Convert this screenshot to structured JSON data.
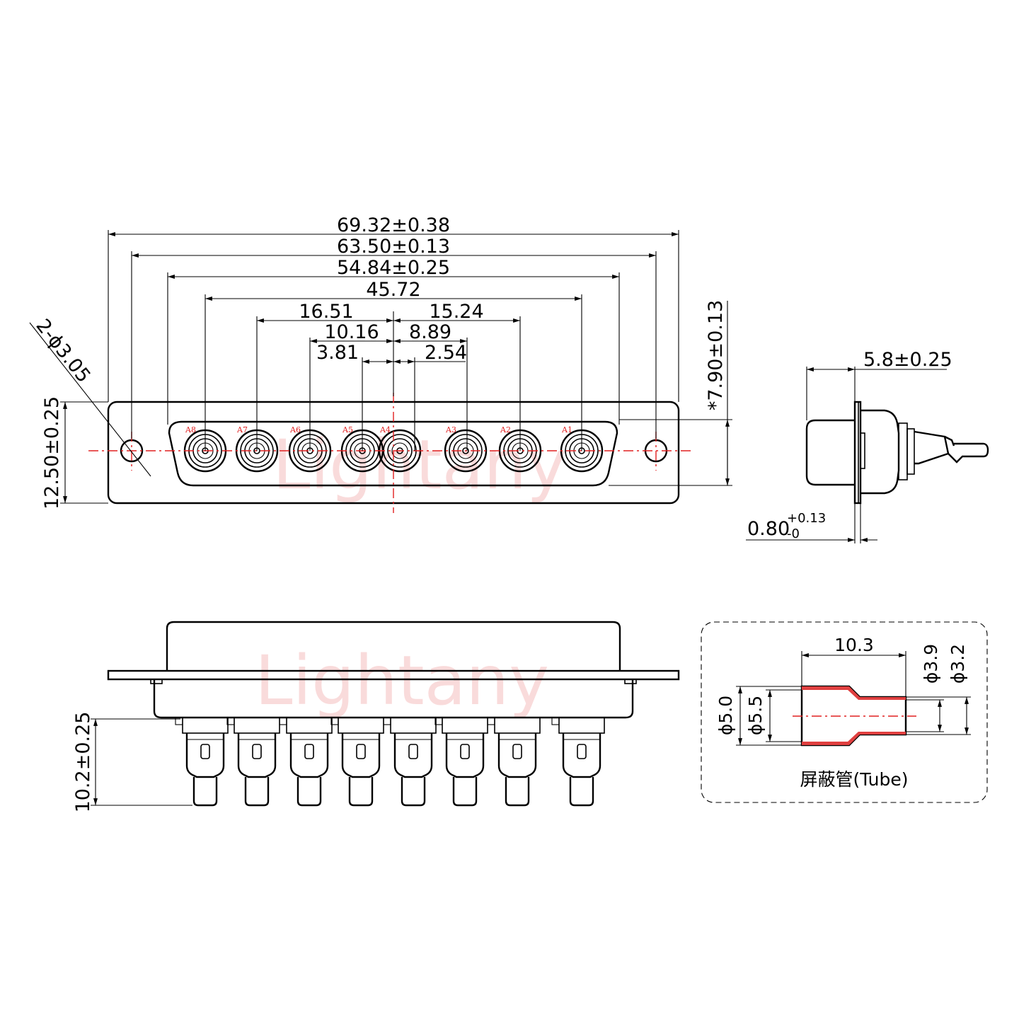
{
  "watermark": "Lightany",
  "front_view": {
    "dim_overall": "69.32±0.38",
    "dim_mount_holes": "63.50±0.13",
    "dim_shell": "54.84±0.25",
    "dim_outer_pins": "45.72",
    "dim_left_a": "16.51",
    "dim_right_a": "15.24",
    "dim_left_b": "10.16",
    "dim_right_b": "8.89",
    "dim_left_c": "3.81",
    "dim_right_c": "2.54",
    "dim_holes": "2-ϕ3.05",
    "dim_height": "12.50±0.25",
    "dim_shell_height": "*7.90±0.13",
    "pins": [
      "A8",
      "A7",
      "A6",
      "A5",
      "A4",
      "A3",
      "A2",
      "A1"
    ]
  },
  "side_view": {
    "dim_depth": "5.8±0.25",
    "dim_flange_base": "0.80",
    "dim_flange_tol_plus": "+0.13",
    "dim_flange_tol_minus": "-0"
  },
  "bottom_view": {
    "dim_pin_length": "10.2±0.25"
  },
  "tube_detail": {
    "dim_length": "10.3",
    "dim_d39": "ϕ3.9",
    "dim_d32": "ϕ3.2",
    "dim_d50": "ϕ5.0",
    "dim_d55": "ϕ5.5",
    "caption": "屏蔽管(Tube)"
  }
}
